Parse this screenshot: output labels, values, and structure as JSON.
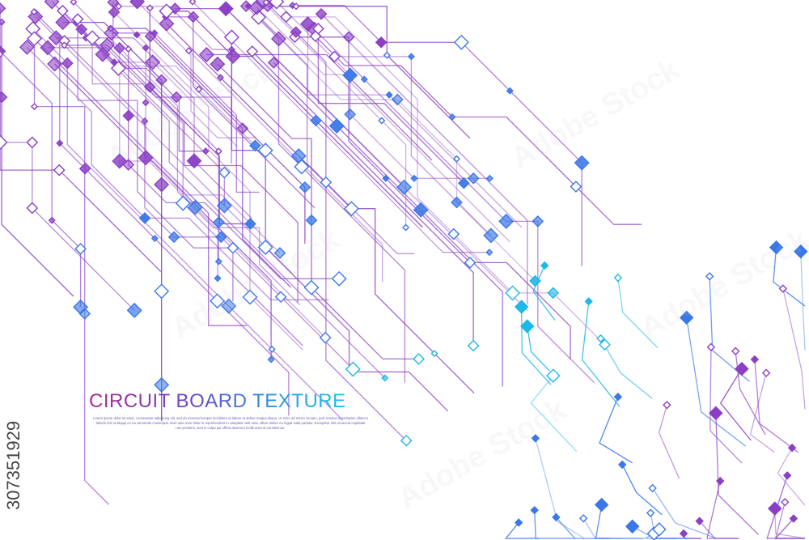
{
  "title": "CIRCUIT BOARD TEXTURE",
  "body_text": "Lorem ipsum dolor sit amet, consectetur adipiscing elit, sed do eiusmod tempor incididunt ut labore et dolore magna aliqua. Ut enim ad minim veniam, quis nostrud exercitation ullamco laboris nisi ut aliquip ex ea commodo consequat. Duis aute irure dolor in reprehenderit in voluptate velit esse cillum dolore eu fugiat nulla pariatur. Excepteur sint occaecat cupidatat non proident, sunt in culpa qui officia deserunt mollit anim id est laborum.",
  "stock_id": "307351929",
  "watermark_text": "Adobe Stock",
  "colors": {
    "purple": "#8a3fc4",
    "blue": "#3b78e7",
    "cyan": "#1fb8e8"
  },
  "icons": [
    "circuit-board-graphic"
  ]
}
